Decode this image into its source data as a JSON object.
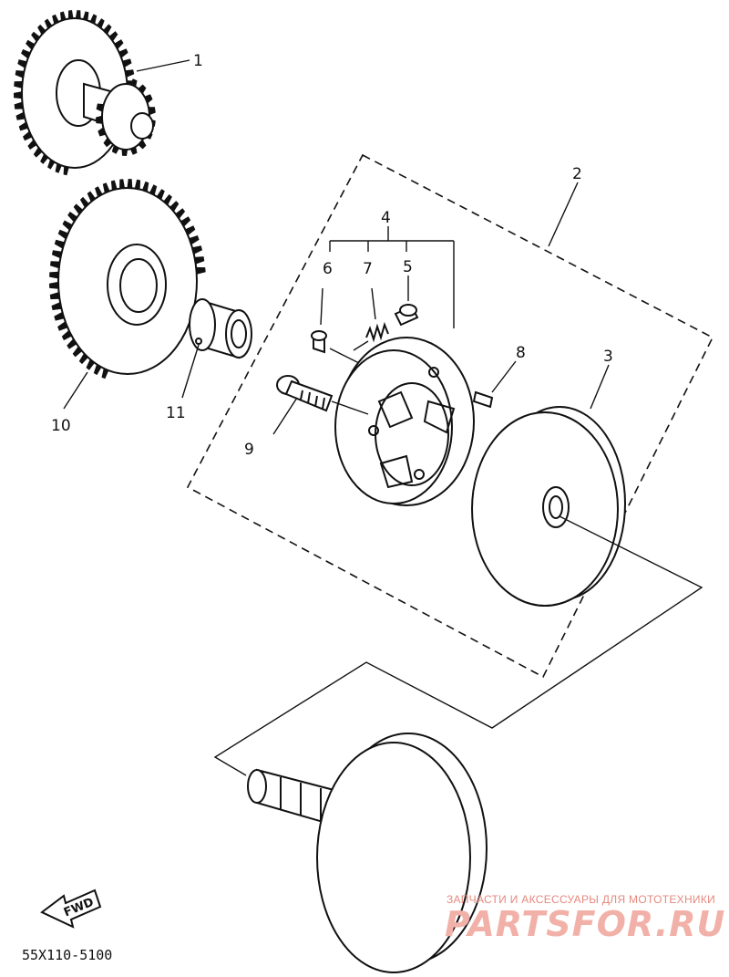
{
  "callouts": {
    "c1": "1",
    "c2": "2",
    "c3": "3",
    "c4": "4",
    "c5": "5",
    "c6": "6",
    "c7": "7",
    "c8": "8",
    "c9": "9",
    "c10": "10",
    "c11": "11"
  },
  "fwd_label": "FWD",
  "reference_code": "55X110-5100",
  "watermark": {
    "tagline": "ЗАПЧАСТИ И АКСЕССУАРЫ ДЛЯ МОТОТЕХНИКИ",
    "site": "PARTSFOR.RU"
  },
  "colors": {
    "ink": "#111111",
    "background": "#ffffff",
    "watermark_text": "#f1b1a8",
    "watermark_tagline": "#e4897f"
  }
}
